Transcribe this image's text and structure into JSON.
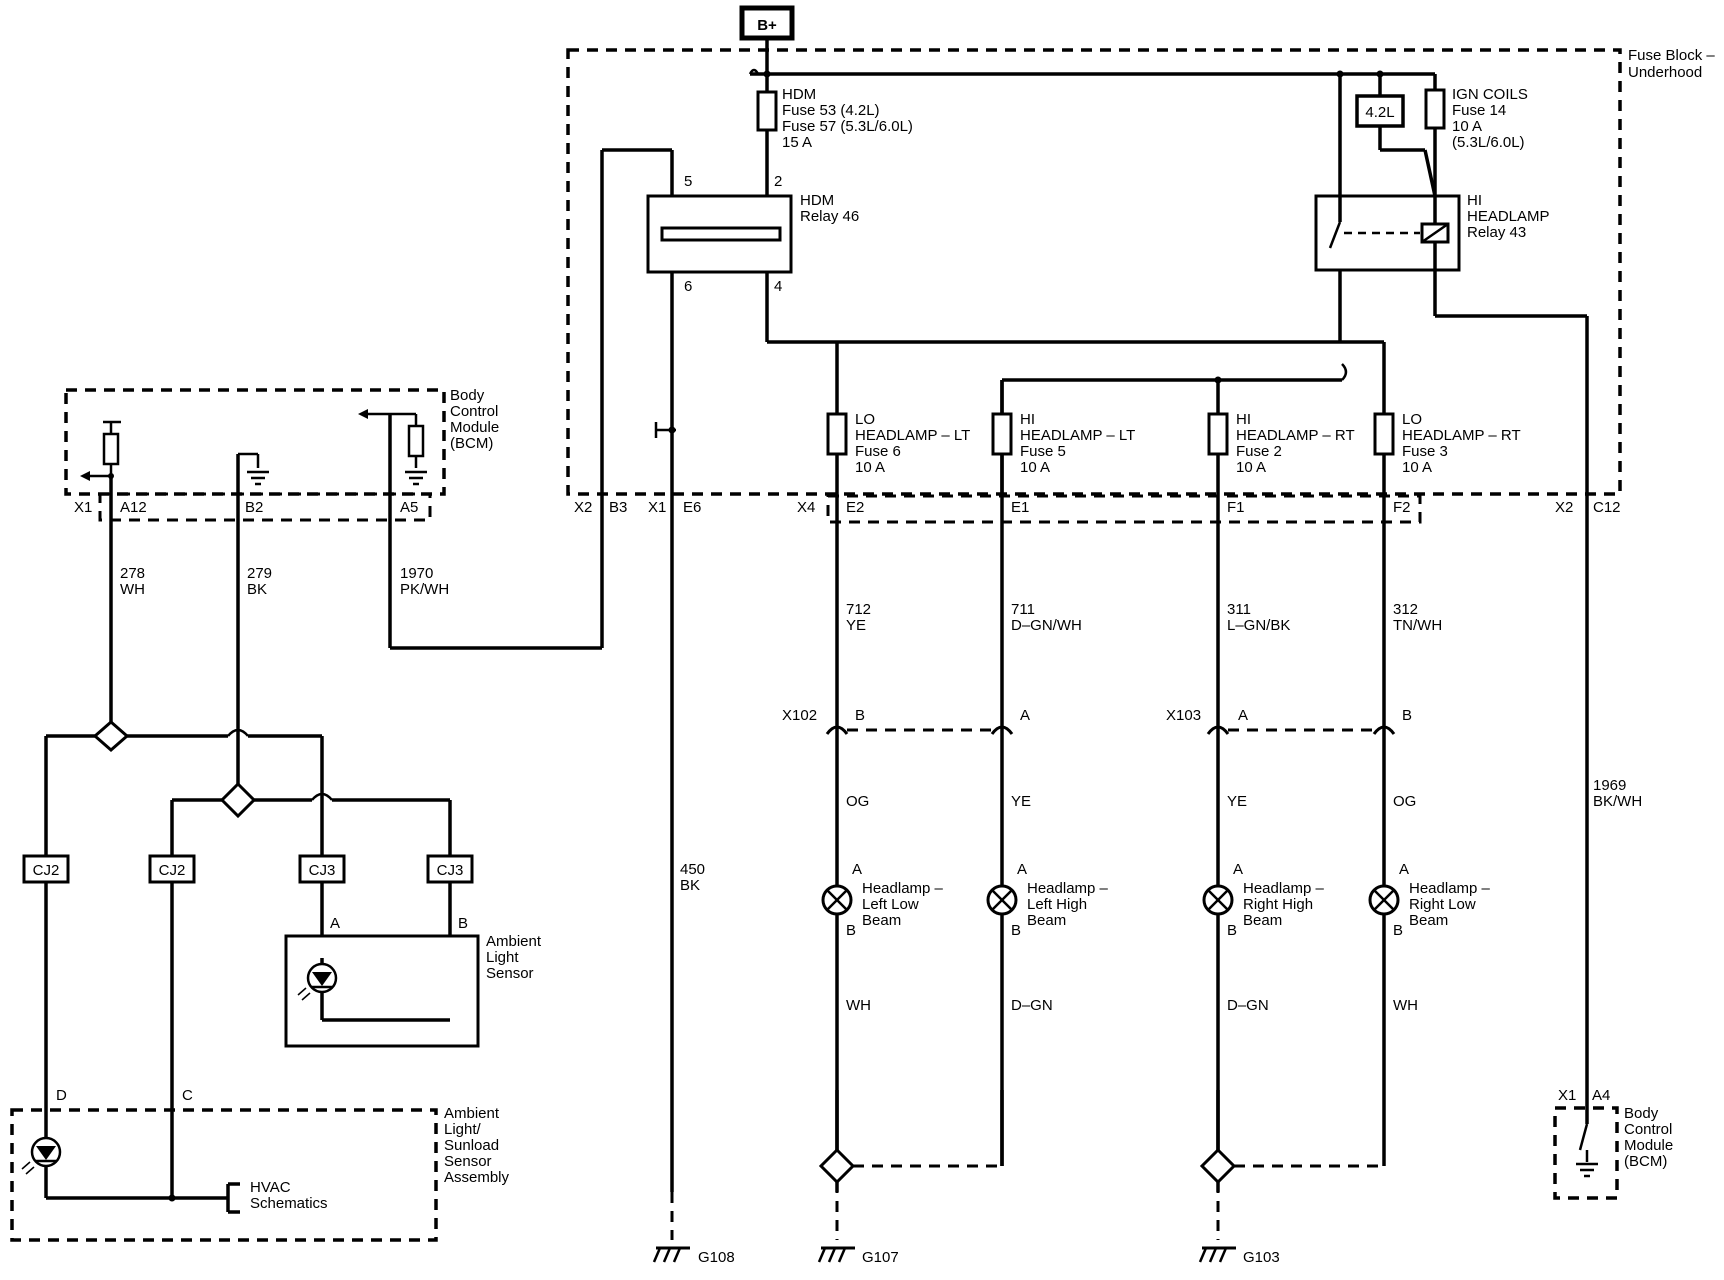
{
  "power": {
    "bplus": "B+"
  },
  "fuse_block": {
    "label": [
      "Fuse Block –",
      "Underhood"
    ]
  },
  "hdm_fuse": {
    "label": [
      "HDM",
      "Fuse 53 (4.2L)",
      "Fuse 57 (5.3L/6.0L)",
      "15 A"
    ]
  },
  "ign_fuse": {
    "label": [
      "IGN COILS",
      "Fuse 14",
      "10 A",
      "(5.3L/6.0L)"
    ]
  },
  "engine_box": {
    "label": "4.2L"
  },
  "hdm_relay": {
    "label": [
      "HDM",
      "Relay 46"
    ],
    "pins": {
      "p5": "5",
      "p2": "2",
      "p6": "6",
      "p4": "4"
    }
  },
  "hi_relay": {
    "label": [
      "HI",
      "HEADLAMP",
      "Relay 43"
    ]
  },
  "fuses": {
    "lo_lt": [
      "LO",
      "HEADLAMP – LT",
      "Fuse 6",
      "10 A"
    ],
    "hi_lt": [
      "HI",
      "HEADLAMP – LT",
      "Fuse 5",
      "10 A"
    ],
    "hi_rt": [
      "HI",
      "HEADLAMP – RT",
      "Fuse 2",
      "10 A"
    ],
    "lo_rt": [
      "LO",
      "HEADLAMP – RT",
      "Fuse 3",
      "10 A"
    ]
  },
  "bcm_top": {
    "label": [
      "Body",
      "Control",
      "Module",
      "(BCM)"
    ]
  },
  "bcm_bottom": {
    "label": [
      "Body",
      "Control",
      "Module",
      "(BCM)"
    ]
  },
  "connectors": {
    "bcm_x1": "X1",
    "bcm_a12": "A12",
    "bcm_b2": "B2",
    "bcm_a5": "A5",
    "fb_x2": "X2",
    "fb_b3": "B3",
    "fb_x1": "X1",
    "fb_e6": "E6",
    "fb_x4": "X4",
    "fb_e2": "E2",
    "fb_e1": "E1",
    "fb_f1": "F1",
    "fb_f2": "F2",
    "fb_x2b": "X2",
    "fb_c12": "C12",
    "x102": "X102",
    "x102_b": "B",
    "x102_a": "A",
    "x103": "X103",
    "x103_a": "A",
    "x103_b": "B",
    "bcm_x1b": "X1",
    "bcm_a4": "A4"
  },
  "wires": {
    "w278": [
      "278",
      "WH"
    ],
    "w279": [
      "279",
      "BK"
    ],
    "w1970": [
      "1970",
      "PK/WH"
    ],
    "w450": [
      "450",
      "BK"
    ],
    "w712": [
      "712",
      "YE"
    ],
    "w711": [
      "711",
      "D–GN/WH"
    ],
    "w311": [
      "311",
      "L–GN/BK"
    ],
    "w312": [
      "312",
      "TN/WH"
    ],
    "w1969": [
      "1969",
      "BK/WH"
    ],
    "og1": "OG",
    "ye1": "YE",
    "ye2": "YE",
    "og2": "OG",
    "wh1": "WH",
    "dgn1": "D–GN",
    "dgn2": "D–GN",
    "wh2": "WH"
  },
  "splices": {
    "cj2a": "CJ2",
    "cj2b": "CJ2",
    "cj3a": "CJ3",
    "cj3b": "CJ3"
  },
  "ambient_sensor": {
    "label": [
      "Ambient",
      "Light",
      "Sensor"
    ],
    "pin_a": "A",
    "pin_b": "B"
  },
  "sunload": {
    "label": [
      "Ambient",
      "Light/",
      "Sunload",
      "Sensor",
      "Assembly"
    ],
    "pin_d": "D",
    "pin_c": "C"
  },
  "hvac": {
    "label": [
      "HVAC",
      "Schematics"
    ]
  },
  "lamps": {
    "left_low": [
      "Headlamp –",
      "Left Low",
      "Beam"
    ],
    "left_high": [
      "Headlamp –",
      "Left High",
      "Beam"
    ],
    "right_high": [
      "Headlamp –",
      "Right High",
      "Beam"
    ],
    "right_low": [
      "Headlamp –",
      "Right Low",
      "Beam"
    ],
    "pin_a": "A",
    "pin_b": "B"
  },
  "grounds": {
    "g108": "G108",
    "g107": "G107",
    "g103": "G103"
  }
}
